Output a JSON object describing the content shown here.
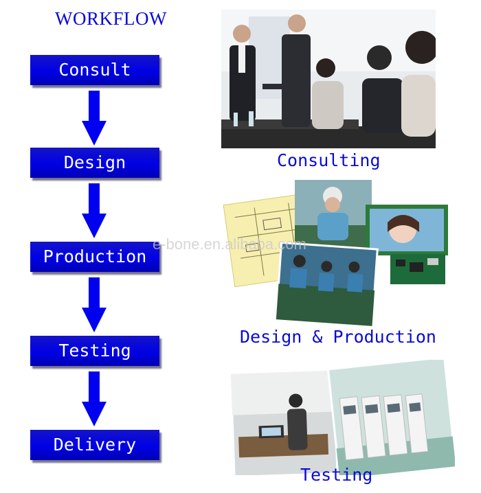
{
  "workflow": {
    "title": "WORKFLOW",
    "steps": [
      "Consult",
      "Design",
      "Production",
      "Testing",
      "Delivery"
    ]
  },
  "captions": {
    "consulting": "Consulting",
    "design_production": "Design & Production",
    "testing": "Testing"
  },
  "watermark": "e-bone.en.alibaba.com",
  "colors": {
    "accent": "#0000e6",
    "text": "#0a0ad8"
  },
  "icons": [
    "arrow-down-icon"
  ]
}
